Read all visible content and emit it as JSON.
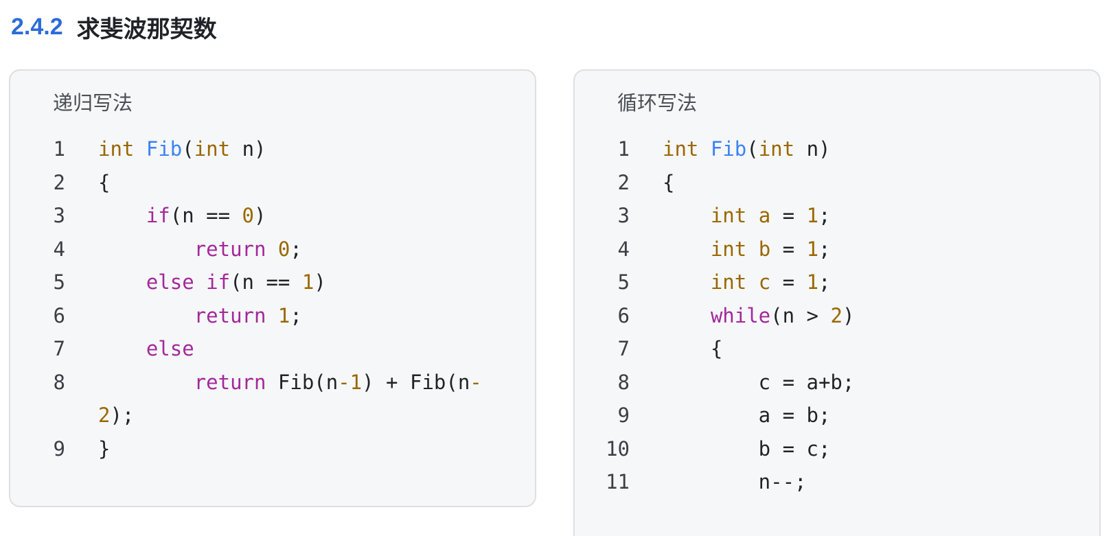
{
  "section": {
    "number": "2.4.2",
    "title": "求斐波那契数"
  },
  "colors": {
    "heading_number": "#2b6cd8",
    "type": "#9a6700",
    "function": "#3b82f6",
    "keyword": "#a3289a",
    "number": "#9a6700",
    "card_background": "#f6f7f8",
    "card_border": "#dcdfe3"
  },
  "recursive_block": {
    "title": "递归写法",
    "lines": [
      {
        "no": "1",
        "tokens": [
          {
            "t": "int",
            "c": "type"
          },
          {
            "t": " ",
            "c": "plain"
          },
          {
            "t": "Fib",
            "c": "func"
          },
          {
            "t": "(",
            "c": "plain"
          },
          {
            "t": "int",
            "c": "type"
          },
          {
            "t": " n)",
            "c": "plain"
          }
        ]
      },
      {
        "no": "2",
        "tokens": [
          {
            "t": "{",
            "c": "plain"
          }
        ]
      },
      {
        "no": "3",
        "tokens": [
          {
            "t": "    ",
            "c": "plain"
          },
          {
            "t": "if",
            "c": "kw"
          },
          {
            "t": "(n == ",
            "c": "plain"
          },
          {
            "t": "0",
            "c": "num"
          },
          {
            "t": ")",
            "c": "plain"
          }
        ]
      },
      {
        "no": "4",
        "tokens": [
          {
            "t": "        ",
            "c": "plain"
          },
          {
            "t": "return",
            "c": "kw"
          },
          {
            "t": " ",
            "c": "plain"
          },
          {
            "t": "0",
            "c": "num"
          },
          {
            "t": ";",
            "c": "plain"
          }
        ]
      },
      {
        "no": "5",
        "tokens": [
          {
            "t": "    ",
            "c": "plain"
          },
          {
            "t": "else",
            "c": "kw"
          },
          {
            "t": " ",
            "c": "plain"
          },
          {
            "t": "if",
            "c": "kw"
          },
          {
            "t": "(n == ",
            "c": "plain"
          },
          {
            "t": "1",
            "c": "num"
          },
          {
            "t": ")",
            "c": "plain"
          }
        ]
      },
      {
        "no": "6",
        "tokens": [
          {
            "t": "        ",
            "c": "plain"
          },
          {
            "t": "return",
            "c": "kw"
          },
          {
            "t": " ",
            "c": "plain"
          },
          {
            "t": "1",
            "c": "num"
          },
          {
            "t": ";",
            "c": "plain"
          }
        ]
      },
      {
        "no": "7",
        "tokens": [
          {
            "t": "    ",
            "c": "plain"
          },
          {
            "t": "else",
            "c": "kw"
          }
        ]
      },
      {
        "no": "8",
        "tokens": [
          {
            "t": "        ",
            "c": "plain"
          },
          {
            "t": "return",
            "c": "kw"
          },
          {
            "t": " Fib(n",
            "c": "plain"
          },
          {
            "t": "-1",
            "c": "num"
          },
          {
            "t": ") + Fib(n",
            "c": "plain"
          },
          {
            "t": "-",
            "c": "num"
          }
        ]
      },
      {
        "no": "",
        "tokens": [
          {
            "t": "2",
            "c": "num"
          },
          {
            "t": ");",
            "c": "plain"
          }
        ]
      },
      {
        "no": "9",
        "tokens": [
          {
            "t": "}",
            "c": "plain"
          }
        ]
      }
    ]
  },
  "loop_block": {
    "title": "循环写法",
    "lines": [
      {
        "no": "1",
        "tokens": [
          {
            "t": "int",
            "c": "type"
          },
          {
            "t": " ",
            "c": "plain"
          },
          {
            "t": "Fib",
            "c": "func"
          },
          {
            "t": "(",
            "c": "plain"
          },
          {
            "t": "int",
            "c": "type"
          },
          {
            "t": " n)",
            "c": "plain"
          }
        ]
      },
      {
        "no": "2",
        "tokens": [
          {
            "t": "{",
            "c": "plain"
          }
        ]
      },
      {
        "no": "3",
        "tokens": [
          {
            "t": "    ",
            "c": "plain"
          },
          {
            "t": "int",
            "c": "type"
          },
          {
            "t": " ",
            "c": "plain"
          },
          {
            "t": "a",
            "c": "id"
          },
          {
            "t": " = ",
            "c": "plain"
          },
          {
            "t": "1",
            "c": "num"
          },
          {
            "t": ";",
            "c": "plain"
          }
        ]
      },
      {
        "no": "4",
        "tokens": [
          {
            "t": "    ",
            "c": "plain"
          },
          {
            "t": "int",
            "c": "type"
          },
          {
            "t": " ",
            "c": "plain"
          },
          {
            "t": "b",
            "c": "id"
          },
          {
            "t": " = ",
            "c": "plain"
          },
          {
            "t": "1",
            "c": "num"
          },
          {
            "t": ";",
            "c": "plain"
          }
        ]
      },
      {
        "no": "5",
        "tokens": [
          {
            "t": "    ",
            "c": "plain"
          },
          {
            "t": "int",
            "c": "type"
          },
          {
            "t": " ",
            "c": "plain"
          },
          {
            "t": "c",
            "c": "id"
          },
          {
            "t": " = ",
            "c": "plain"
          },
          {
            "t": "1",
            "c": "num"
          },
          {
            "t": ";",
            "c": "plain"
          }
        ]
      },
      {
        "no": "6",
        "tokens": [
          {
            "t": "    ",
            "c": "plain"
          },
          {
            "t": "while",
            "c": "kw"
          },
          {
            "t": "(n > ",
            "c": "plain"
          },
          {
            "t": "2",
            "c": "num"
          },
          {
            "t": ")",
            "c": "plain"
          }
        ]
      },
      {
        "no": "7",
        "tokens": [
          {
            "t": "    {",
            "c": "plain"
          }
        ]
      },
      {
        "no": "8",
        "tokens": [
          {
            "t": "        c = a+b;",
            "c": "plain"
          }
        ]
      },
      {
        "no": "9",
        "tokens": [
          {
            "t": "        a = b;",
            "c": "plain"
          }
        ]
      },
      {
        "no": "10",
        "tokens": [
          {
            "t": "        b = c;",
            "c": "plain"
          }
        ]
      },
      {
        "no": "11",
        "tokens": [
          {
            "t": "        n--;",
            "c": "plain"
          }
        ]
      }
    ]
  }
}
